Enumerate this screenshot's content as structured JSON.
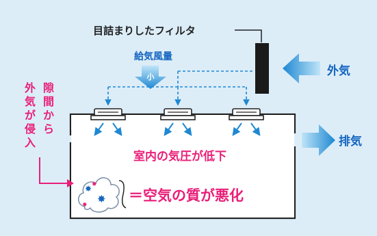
{
  "filter_label": "目詰まりしたフィルタ",
  "supply_label": "給気風量",
  "supply_level": "小",
  "outside_air_label": "外気",
  "exhaust_label": "排気",
  "gap_label_lines": [
    "隙",
    "間",
    "か",
    "ら"
  ],
  "gap_label_lines2": [
    "外",
    "気",
    "が",
    "侵",
    "入"
  ],
  "room_text": "室内の気圧が低下",
  "result_text": "＝空気の質が悪化",
  "colors": {
    "panel_bg": "#dcedf8",
    "blue": "#1e88d2",
    "text_blue": "#1565c0",
    "pink": "#e91e78",
    "dark": "#222222"
  }
}
